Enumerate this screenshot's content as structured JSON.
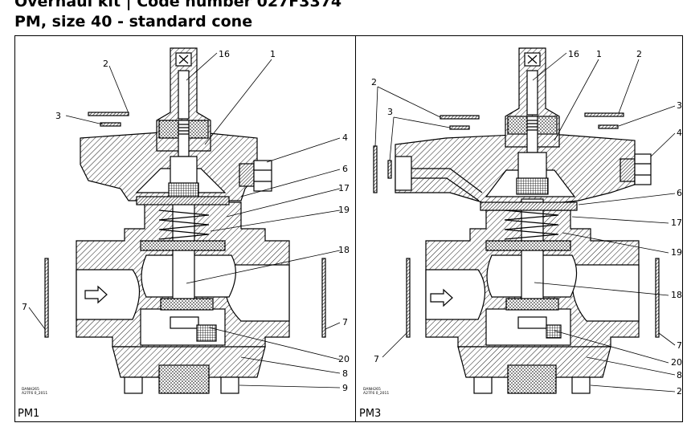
{
  "header": {
    "title_line1": "Overhaul kit  |  Code number 027F3374",
    "title_line2": "PM, size 40 - standard cone"
  },
  "panels": [
    {
      "label": "PM1",
      "stamp_line1": "DANH265",
      "stamp_line2": "A27F6 0_2011",
      "callouts": [
        "16",
        "1",
        "2",
        "3",
        "4",
        "6",
        "17",
        "19",
        "18",
        "7",
        "7",
        "20",
        "8",
        "9"
      ]
    },
    {
      "label": "PM3",
      "stamp_line1": "DANH265",
      "stamp_line2": "A27F6 0_2011",
      "callouts": [
        "16",
        "1",
        "2",
        "2",
        "3",
        "3",
        "4",
        "6",
        "17",
        "19",
        "18",
        "7",
        "7",
        "20",
        "8",
        "2"
      ]
    }
  ],
  "colors": {
    "line": "#000000",
    "background": "#ffffff",
    "hatch": "#000000"
  }
}
